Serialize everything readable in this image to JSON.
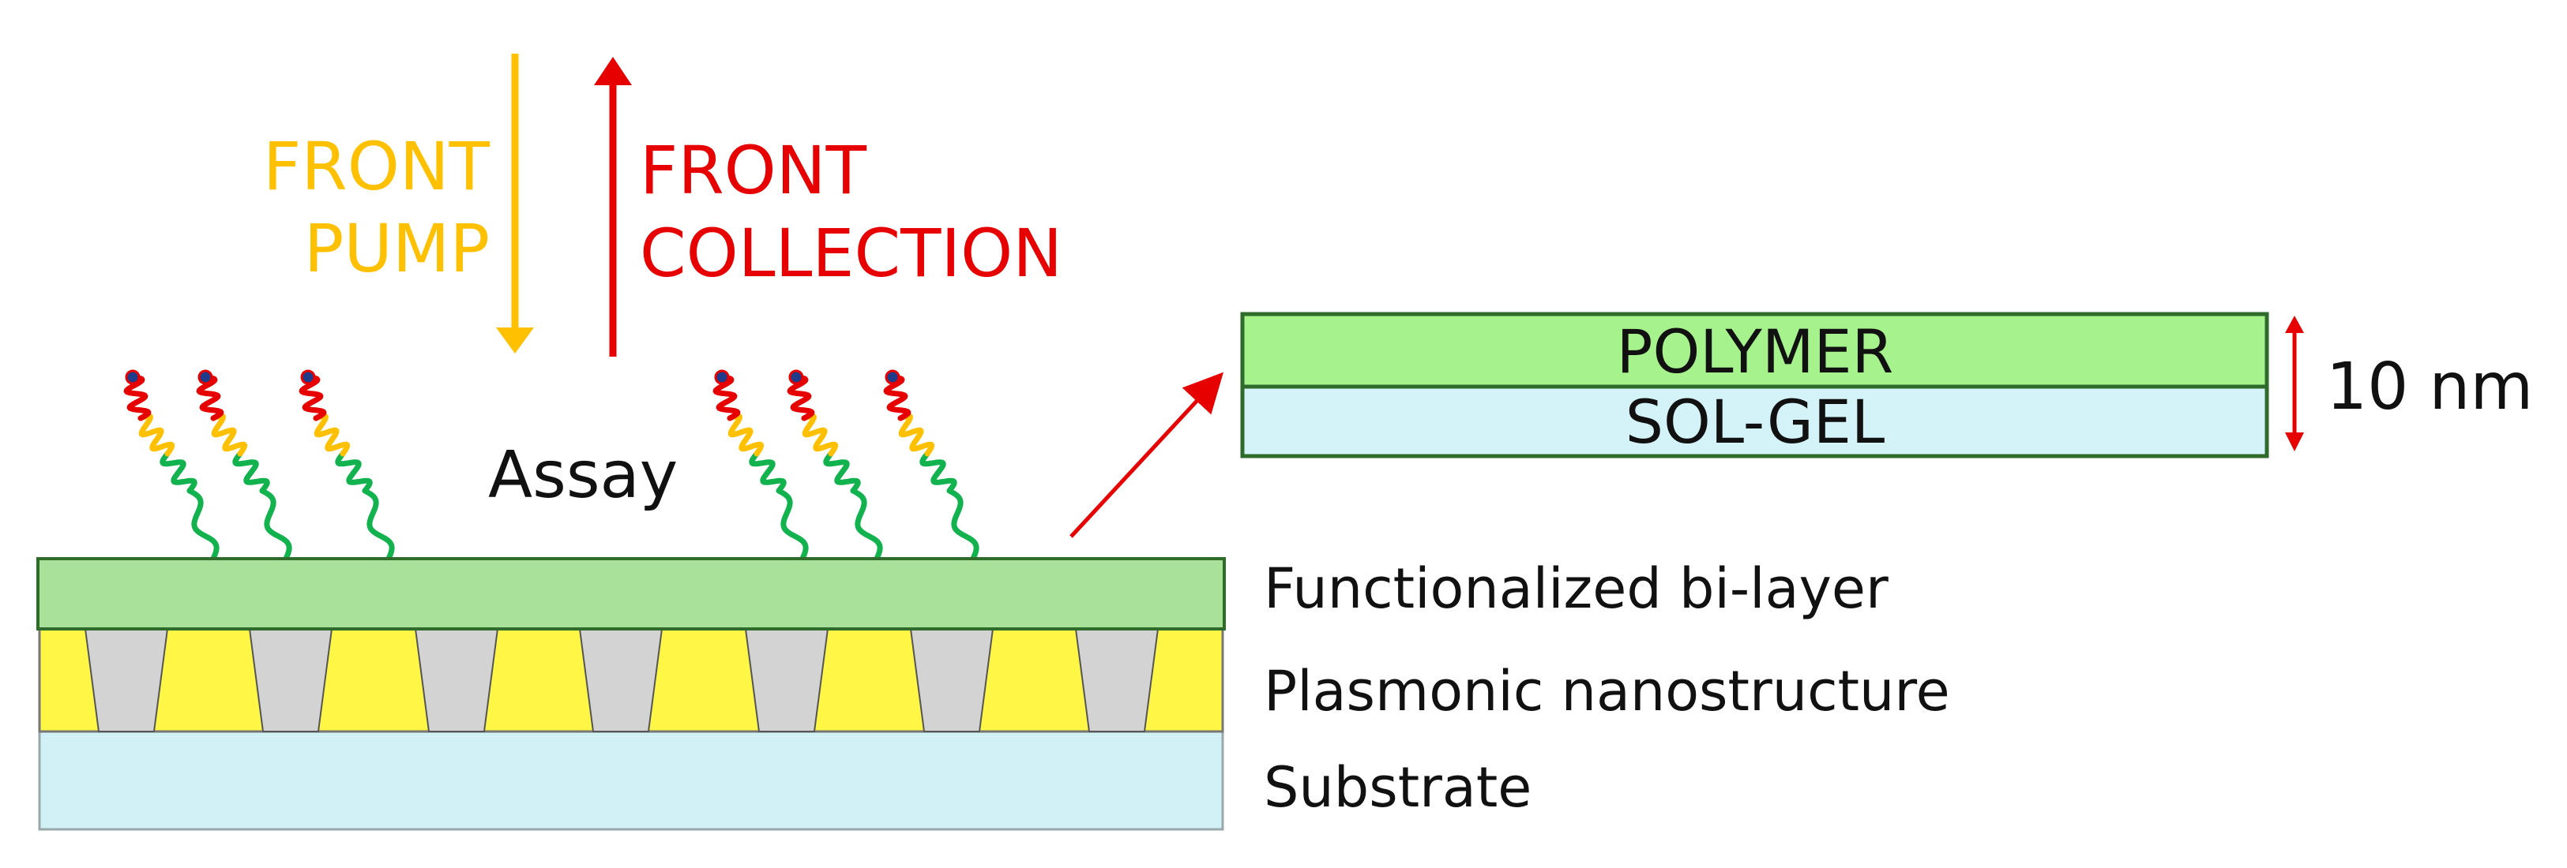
{
  "pump": {
    "line1": "FRONT",
    "line2": "PUMP",
    "color": "#FFC000"
  },
  "collection": {
    "line1": "FRONT",
    "line2": "COLLECTION",
    "color": "#E60000"
  },
  "assay": {
    "label": "Assay"
  },
  "stack": {
    "bilayer_label": "Functionalized bi-layer",
    "nanostructure_label": "Plasmonic nanostructure",
    "substrate_label": "Substrate"
  },
  "inset": {
    "polymer_label": "POLYMER",
    "solgel_label": "SOL-GEL",
    "thickness_label": "10 nm"
  },
  "colors": {
    "bilayer": "#A9E09A",
    "polymer": "#A6F28C",
    "solgel": "#D4F3F8",
    "substrate": "#D2F1F6",
    "gold": "#FFF646",
    "pillar": "#D3D3D3",
    "linker": "#12B34F",
    "middle": "#FFC000",
    "tip": "#E60000",
    "dye": "#1F3C8A"
  }
}
